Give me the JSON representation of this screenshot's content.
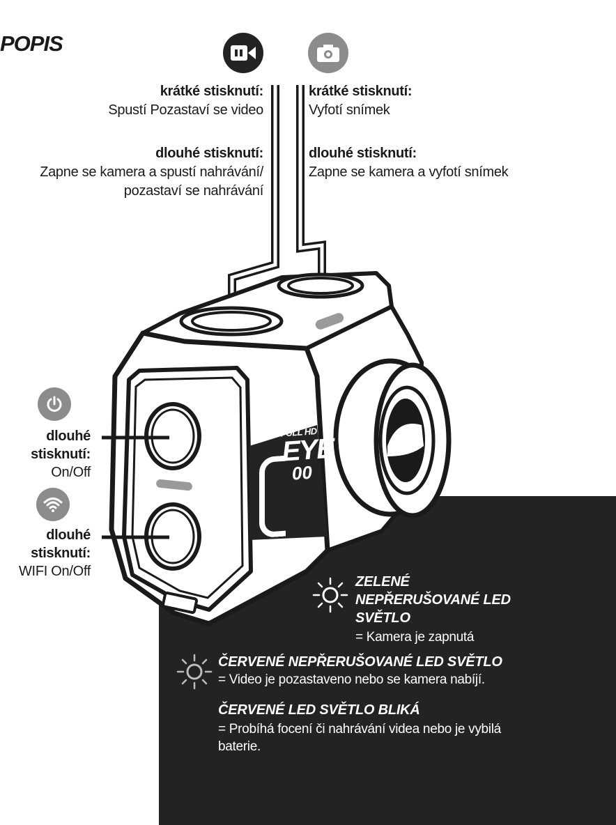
{
  "title": "POPIS",
  "icons": {
    "video": "video-camera-icon",
    "photo": "photo-camera-icon",
    "power": "power-icon",
    "wifi": "wifi-icon",
    "led": "led-sun-icon"
  },
  "colors": {
    "dark": "#232323",
    "grey_badge": "#8c8c8c",
    "led_bar": "#9a9a9a"
  },
  "video_button": {
    "short_label": "krátké stisknutí:",
    "short_desc": "Spustí Pozastaví se video",
    "long_label": "dlouhé stisknutí:",
    "long_desc_line1": "Zapne se kamera a spustí nahrávání/",
    "long_desc_line2": "pozastaví se nahrávání"
  },
  "photo_button": {
    "short_label": "krátké stisknutí:",
    "short_desc": "Vyfotí snímek",
    "long_label": "dlouhé stisknutí:",
    "long_desc": "Zapne se kamera a vyfotí snímek"
  },
  "power_button": {
    "label_line1": "dlouhé",
    "label_line2": "stisknutí:",
    "desc": "On/Off"
  },
  "wifi_button": {
    "label_line1": "dlouhé",
    "label_line2": "stisknutí:",
    "desc": "WIFI On/Off"
  },
  "camera_logo": {
    "top": "FULL HD",
    "main": "EYE",
    "sub": "00"
  },
  "led": {
    "green_head_line1": "ZELENÉ",
    "green_head_line2": "NEPŘERUŠOVANÉ LED",
    "green_head_line3": "SVĚTLO",
    "green_desc": "= Kamera je zapnutá",
    "red_head": "ČERVENÉ NEPŘERUŠOVANÉ LED SVĚTLO",
    "red_desc": "= Video je pozastaveno nebo se kamera nabíjí.",
    "blink_head": "ČERVENÉ LED SVĚTLO BLIKÁ",
    "blink_desc_line1": "= Probíhá focení či nahrávání videa nebo je vybilá",
    "blink_desc_line2": "baterie."
  }
}
